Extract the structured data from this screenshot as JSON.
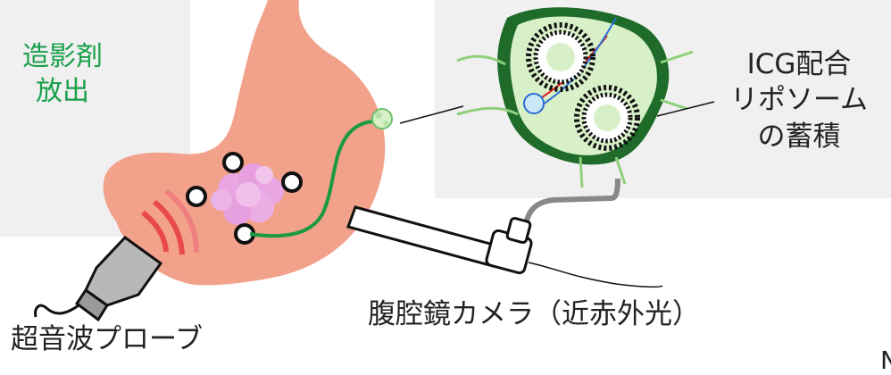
{
  "labels": {
    "red_fragment": "）",
    "green_line1": "造影剤",
    "green_line2": "放出",
    "icg_line1": "ICG配合",
    "icg_line2": "リポソーム",
    "icg_line3": "の蓄積",
    "camera": "腹腔鏡カメラ（近赤外光）",
    "probe": "超音波プローブ",
    "edge_letter": "N"
  },
  "colors": {
    "stomach": "#f2a18a",
    "tumor": "#e9a6e3",
    "red_accent": "#e8141b",
    "green_accent": "#19a04a",
    "lymph_green": "#1e7a2e",
    "lymph_fill": "#d8f0c8",
    "panel_gray": "#f0f0f0"
  }
}
